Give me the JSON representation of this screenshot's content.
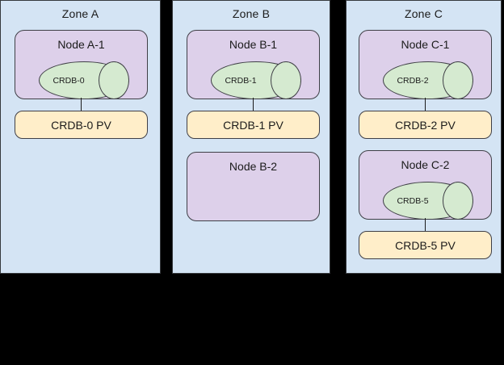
{
  "diagram": {
    "background_color": "#000000",
    "zone_fill": "#d4e4f4",
    "node_fill": "#ddd0ea",
    "pv_fill": "#ffeec9",
    "pod_fill": "#d5ead0",
    "stroke_color": "#3f3f46",
    "zones": [
      {
        "id": "zone-a",
        "title": "Zone A",
        "nodes": [
          {
            "id": "node-a-1",
            "title": "Node A-1",
            "pod": {
              "label": "CRDB-0"
            },
            "pv": {
              "label": "CRDB-0 PV"
            }
          }
        ]
      },
      {
        "id": "zone-b",
        "title": "Zone B",
        "nodes": [
          {
            "id": "node-b-1",
            "title": "Node B-1",
            "pod": {
              "label": "CRDB-1"
            },
            "pv": {
              "label": "CRDB-1 PV"
            }
          },
          {
            "id": "node-b-2",
            "title": "Node B-2",
            "pod": null,
            "pv": null
          }
        ]
      },
      {
        "id": "zone-c",
        "title": "Zone C",
        "nodes": [
          {
            "id": "node-c-1",
            "title": "Node C-1",
            "pod": {
              "label": "CRDB-2"
            },
            "pv": {
              "label": "CRDB-2 PV"
            }
          },
          {
            "id": "node-c-2",
            "title": "Node C-2",
            "pod": {
              "label": "CRDB-5"
            },
            "pv": {
              "label": "CRDB-5 PV"
            }
          }
        ]
      }
    ]
  }
}
